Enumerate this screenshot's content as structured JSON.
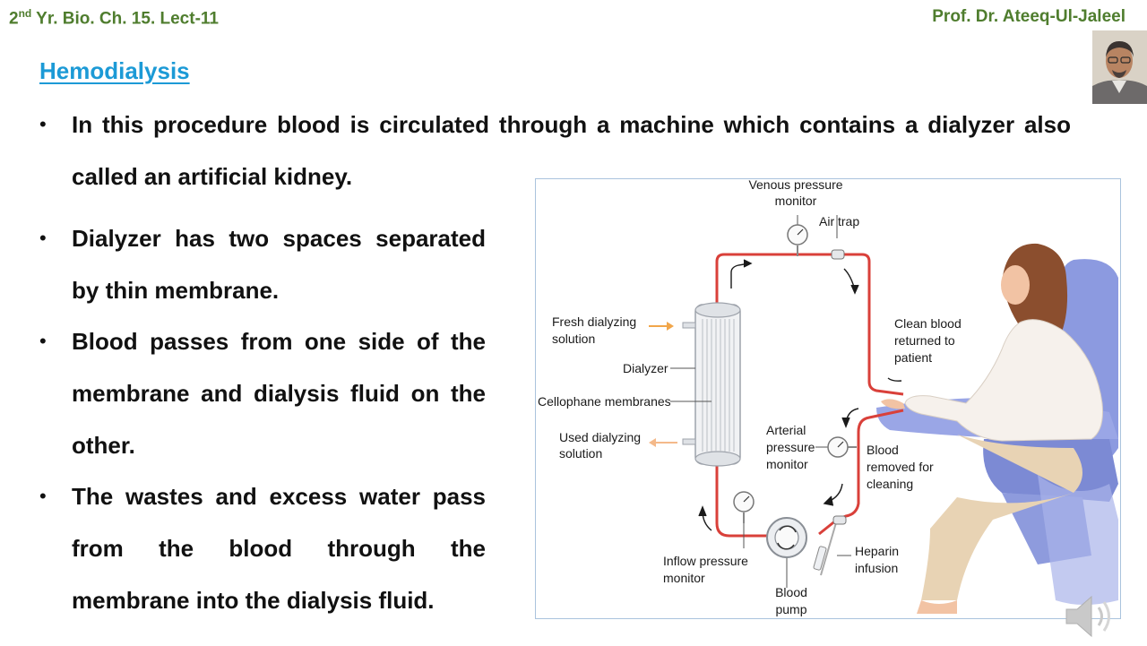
{
  "header": {
    "course_num": "2",
    "course_sup": "nd",
    "course_rest": " Yr. Bio. Ch. 15. Lect-11",
    "author": "Prof. Dr. Ateeq-Ul-Jaleel"
  },
  "slide": {
    "title": "Hemodialysis",
    "bullets": [
      "In this procedure blood is circulated through a machine which contains a dialyzer also called an artificial kidney.",
      "Dialyzer has two spaces separated by thin membrane.",
      "Blood passes from one side of the membrane and dialysis fluid on the other.",
      "The wastes and excess water pass from the blood through the membrane into the dialysis fluid."
    ]
  },
  "figure": {
    "labels": {
      "venous_1": "Venous pressure",
      "venous_2": "monitor",
      "air_trap": "Air trap",
      "fresh_1": "Fresh dialyzing",
      "fresh_2": "solution",
      "dialyzer": "Dialyzer",
      "cellophane": "Cellophane membranes",
      "used_1": "Used dialyzing",
      "used_2": "solution",
      "clean_1": "Clean blood",
      "clean_2": "returned to",
      "clean_3": "patient",
      "arterial_1": "Arterial",
      "arterial_2": "pressure",
      "arterial_3": "monitor",
      "removed_1": "Blood",
      "removed_2": "removed for",
      "removed_3": "cleaning",
      "inflow_1": "Inflow pressure",
      "inflow_2": "monitor",
      "pump_1": "Blood",
      "pump_2": "pump",
      "heparin_1": "Heparin",
      "heparin_2": "infusion"
    },
    "colors": {
      "tube": "#d9403a",
      "fresh_arrow": "#f1a64a",
      "used_arrow": "#f4b98a",
      "chair": "#7f8ed6"
    }
  }
}
